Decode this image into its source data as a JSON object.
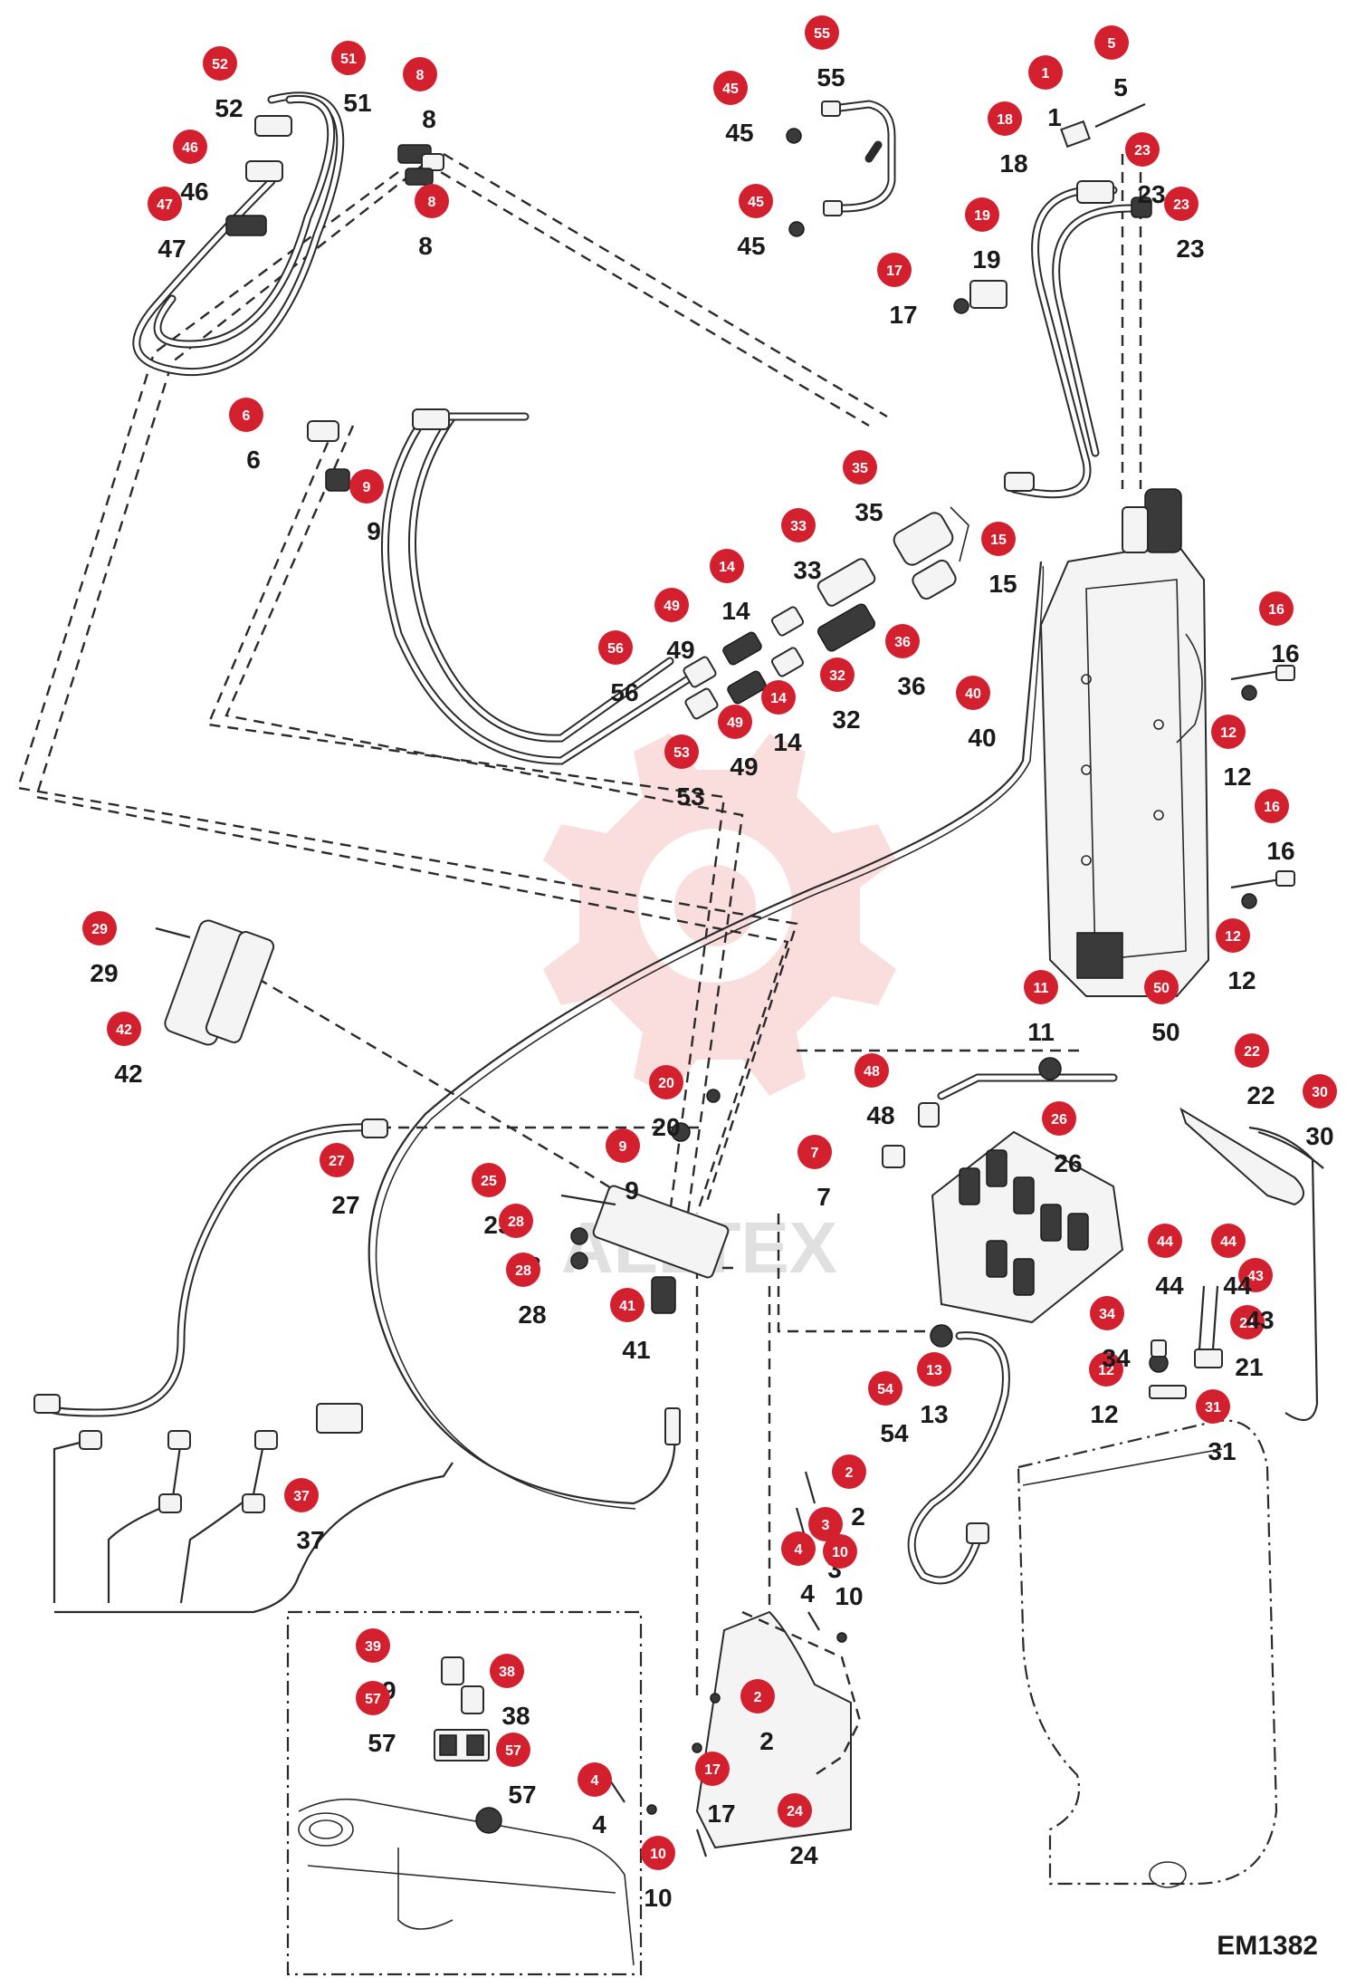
{
  "diagram_code": "EM1382",
  "watermark": "ALLTEX",
  "colors": {
    "badge": "#d3202f",
    "lines": "#2a2a2a",
    "watermark": "#f4b9b9"
  },
  "callouts": [
    {
      "id": "1",
      "badge": "1",
      "label": "1"
    },
    {
      "id": "2a",
      "badge": "2",
      "label": "2"
    },
    {
      "id": "2b",
      "badge": "2",
      "label": "2"
    },
    {
      "id": "3",
      "badge": "3",
      "label": "3"
    },
    {
      "id": "4a",
      "badge": "4",
      "label": "4"
    },
    {
      "id": "4b",
      "badge": "4",
      "label": "4"
    },
    {
      "id": "5",
      "badge": "5",
      "label": "5"
    },
    {
      "id": "6",
      "badge": "6",
      "label": "6"
    },
    {
      "id": "7",
      "badge": "7",
      "label": "7"
    },
    {
      "id": "8a",
      "badge": "8",
      "label": "8"
    },
    {
      "id": "8b",
      "badge": "8",
      "label": "8"
    },
    {
      "id": "9a",
      "badge": "9",
      "label": "9"
    },
    {
      "id": "9b",
      "badge": "9",
      "label": "9"
    },
    {
      "id": "10a",
      "badge": "10",
      "label": "10"
    },
    {
      "id": "10b",
      "badge": "10",
      "label": "10"
    },
    {
      "id": "11",
      "badge": "11",
      "label": "11"
    },
    {
      "id": "12a",
      "badge": "12",
      "label": "12"
    },
    {
      "id": "12b",
      "badge": "12",
      "label": "12"
    },
    {
      "id": "12c",
      "badge": "12",
      "label": "12"
    },
    {
      "id": "13",
      "badge": "13",
      "label": "13"
    },
    {
      "id": "14a",
      "badge": "14",
      "label": "14"
    },
    {
      "id": "14b",
      "badge": "14",
      "label": "14"
    },
    {
      "id": "15",
      "badge": "15",
      "label": "15"
    },
    {
      "id": "16a",
      "badge": "16",
      "label": "16"
    },
    {
      "id": "16b",
      "badge": "16",
      "label": "16"
    },
    {
      "id": "17a",
      "badge": "17",
      "label": "17"
    },
    {
      "id": "17b",
      "badge": "17",
      "label": "17"
    },
    {
      "id": "18",
      "badge": "18",
      "label": "18"
    },
    {
      "id": "19",
      "badge": "19",
      "label": "19"
    },
    {
      "id": "20",
      "badge": "20",
      "label": "20"
    },
    {
      "id": "21",
      "badge": "21",
      "label": "21"
    },
    {
      "id": "22",
      "badge": "22",
      "label": "22"
    },
    {
      "id": "23a",
      "badge": "23",
      "label": "23"
    },
    {
      "id": "23b",
      "badge": "23",
      "label": "23"
    },
    {
      "id": "24",
      "badge": "24",
      "label": "24"
    },
    {
      "id": "25",
      "badge": "25",
      "label": "25"
    },
    {
      "id": "26",
      "badge": "26",
      "label": "26"
    },
    {
      "id": "27",
      "badge": "27",
      "label": "27"
    },
    {
      "id": "28a",
      "badge": "28",
      "label": "28"
    },
    {
      "id": "28b",
      "badge": "28",
      "label": "28"
    },
    {
      "id": "29",
      "badge": "29",
      "label": "29"
    },
    {
      "id": "30",
      "badge": "30",
      "label": "30"
    },
    {
      "id": "31",
      "badge": "31",
      "label": "31"
    },
    {
      "id": "32",
      "badge": "32",
      "label": "32"
    },
    {
      "id": "33a",
      "badge": "33",
      "label": "33"
    },
    {
      "id": "33b",
      "badge": "53",
      "label": "53"
    },
    {
      "id": "34",
      "badge": "34",
      "label": "34"
    },
    {
      "id": "35",
      "badge": "35",
      "label": "35"
    },
    {
      "id": "36",
      "badge": "36",
      "label": "36"
    },
    {
      "id": "37",
      "badge": "37",
      "label": "37"
    },
    {
      "id": "38",
      "badge": "38",
      "label": "38"
    },
    {
      "id": "39",
      "badge": "39",
      "label": "39"
    },
    {
      "id": "40",
      "badge": "40",
      "label": "40"
    },
    {
      "id": "41",
      "badge": "41",
      "label": "41"
    },
    {
      "id": "42",
      "badge": "42",
      "label": "42"
    },
    {
      "id": "43",
      "badge": "43",
      "label": "43"
    },
    {
      "id": "44a",
      "badge": "44",
      "label": "44"
    },
    {
      "id": "44b",
      "badge": "44",
      "label": "44"
    },
    {
      "id": "45a",
      "badge": "45",
      "label": "45"
    },
    {
      "id": "45b",
      "badge": "45",
      "label": "45"
    },
    {
      "id": "46",
      "badge": "46",
      "label": "46"
    },
    {
      "id": "47",
      "badge": "47",
      "label": "47"
    },
    {
      "id": "48",
      "badge": "48",
      "label": "48"
    },
    {
      "id": "49a",
      "badge": "49",
      "label": "49"
    },
    {
      "id": "49b",
      "badge": "49",
      "label": "49"
    },
    {
      "id": "50",
      "badge": "50",
      "label": "50"
    },
    {
      "id": "51",
      "badge": "51",
      "label": "51"
    },
    {
      "id": "52",
      "badge": "52",
      "label": "52"
    },
    {
      "id": "54",
      "badge": "54",
      "label": "54"
    },
    {
      "id": "55",
      "badge": "55",
      "label": "55"
    },
    {
      "id": "56",
      "badge": "56",
      "label": "56"
    },
    {
      "id": "57a",
      "badge": "57",
      "label": "57"
    },
    {
      "id": "57b",
      "badge": "57",
      "label": "57"
    }
  ]
}
